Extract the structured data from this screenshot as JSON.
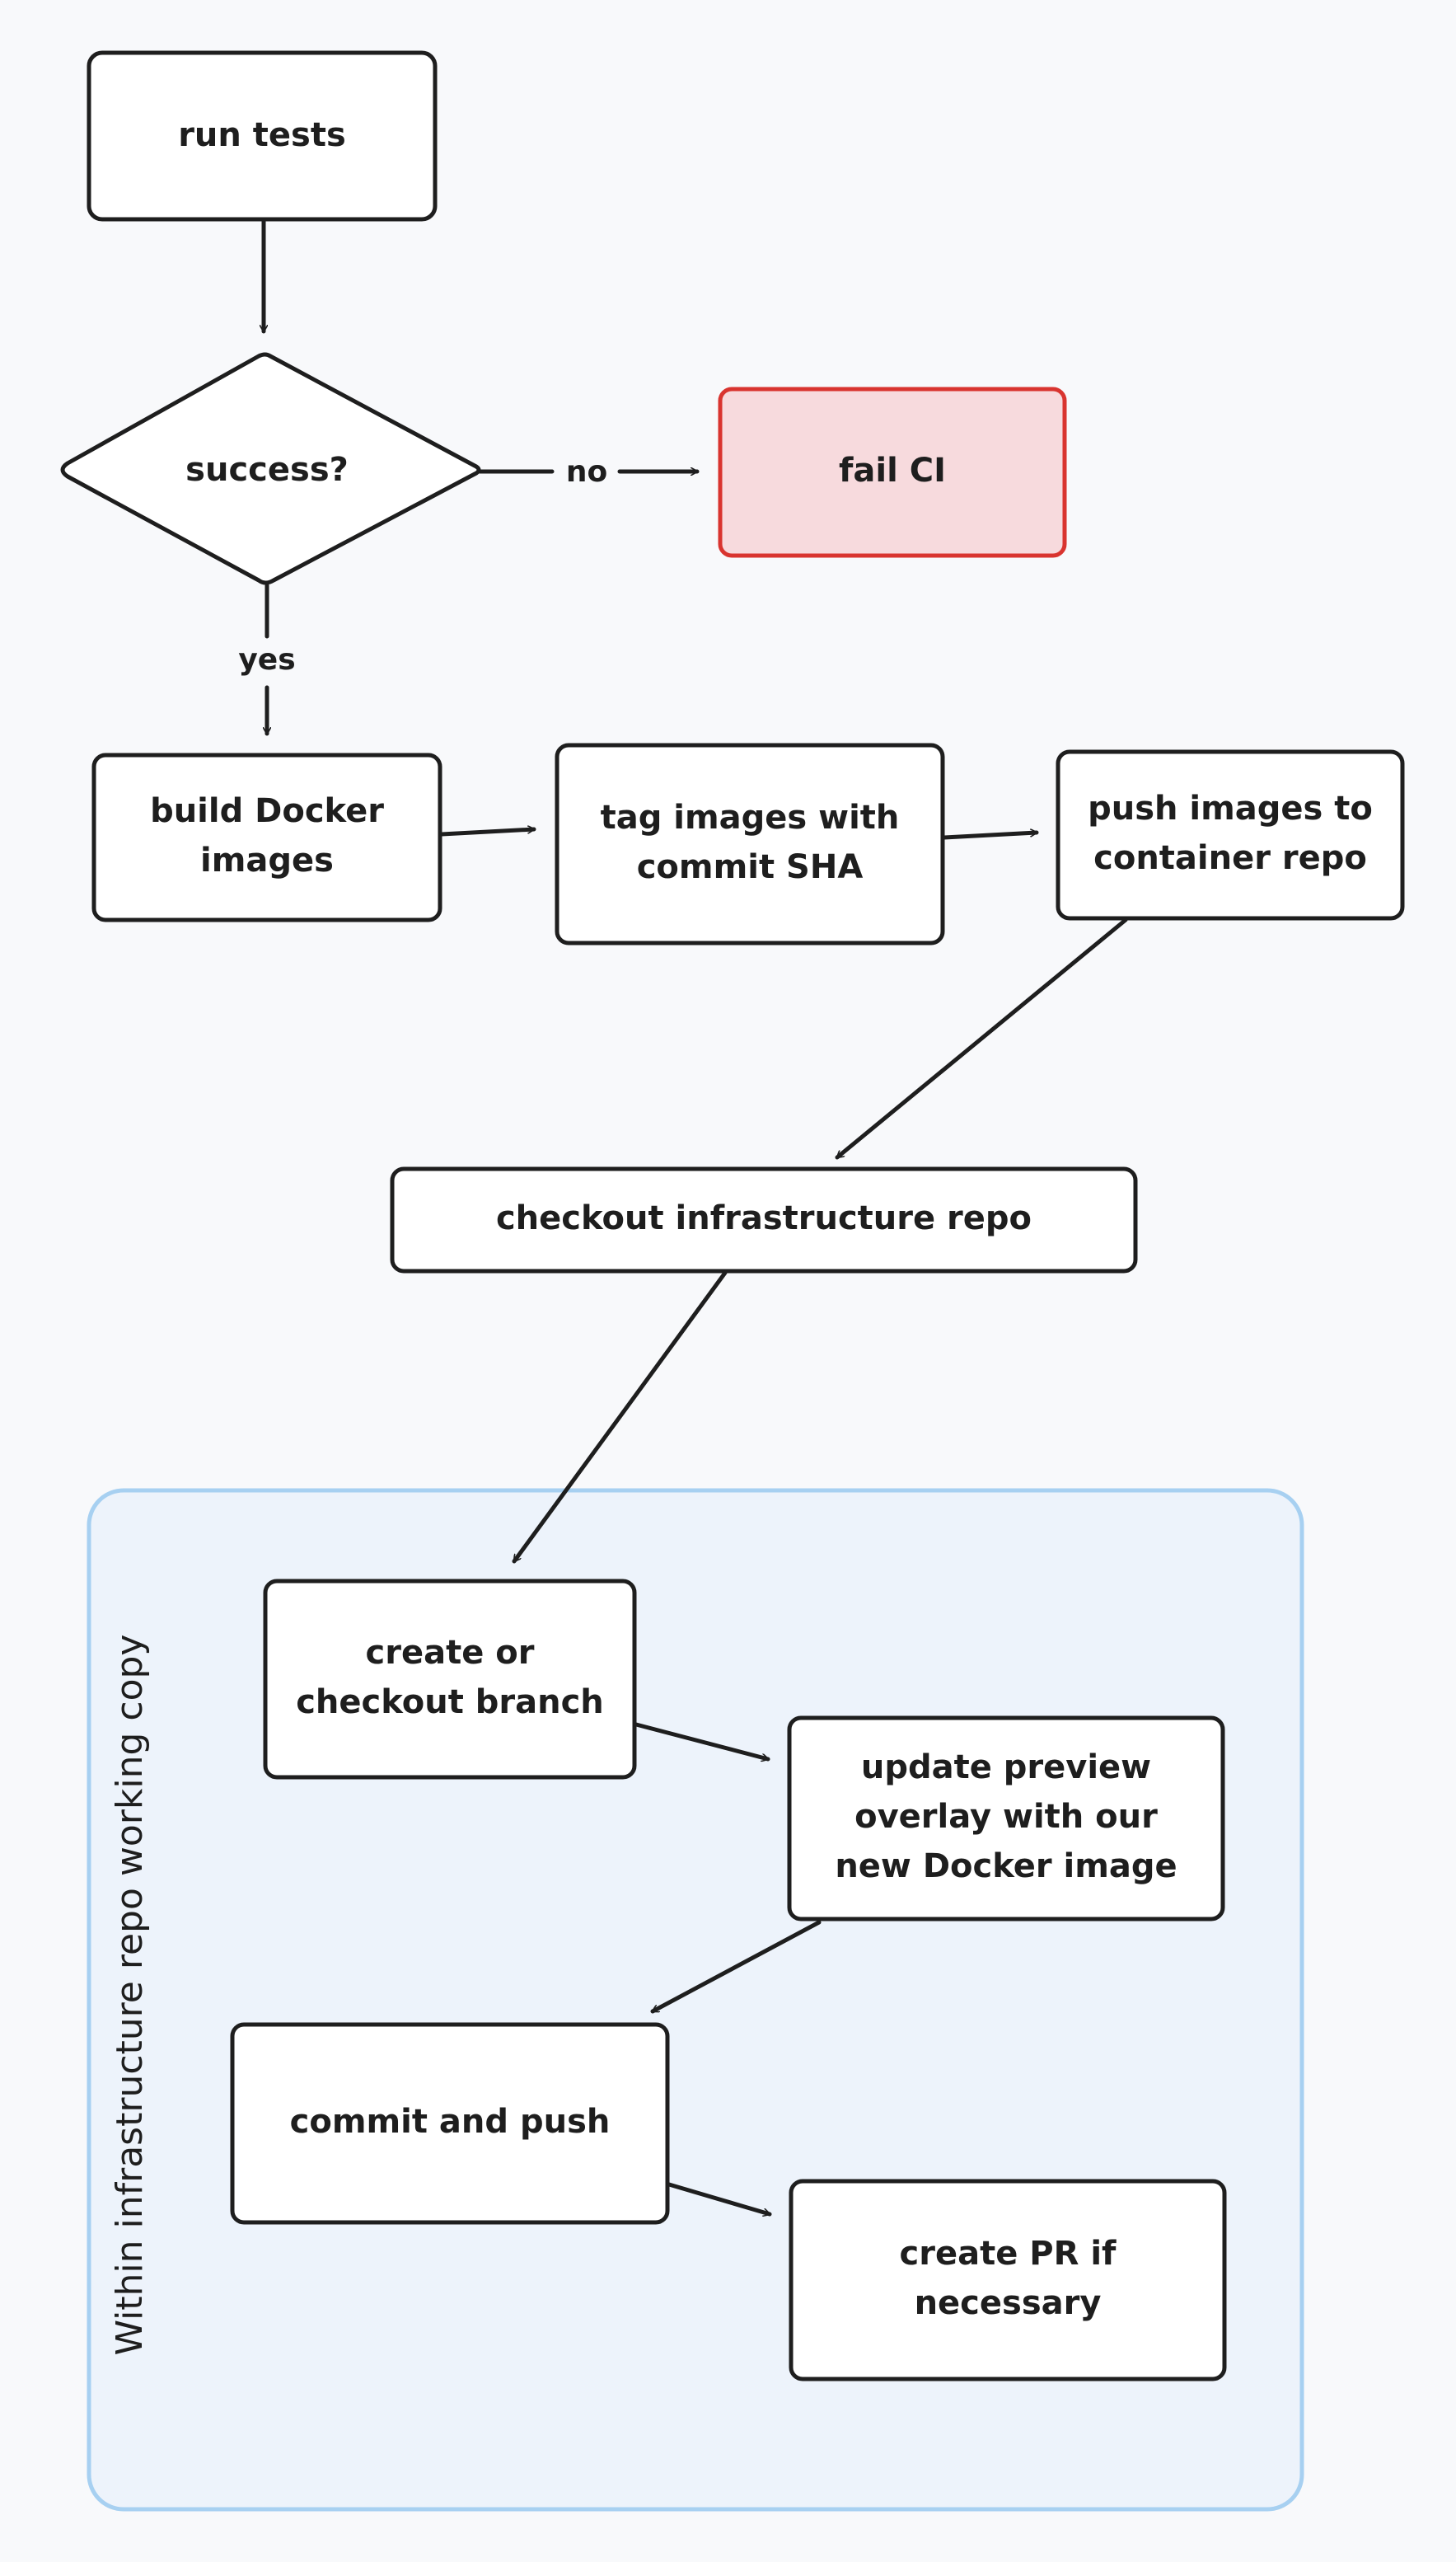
{
  "group": {
    "label": "Within infrastructure repo working copy"
  },
  "nodes": {
    "run_tests": [
      "run tests"
    ],
    "success": [
      "success?"
    ],
    "fail_ci": [
      "fail CI"
    ],
    "build_docker": [
      "build Docker",
      "images"
    ],
    "tag_images": [
      "tag images with",
      "commit SHA"
    ],
    "push_images": [
      "push images to",
      "container repo"
    ],
    "checkout_infra": [
      "checkout infrastructure repo"
    ],
    "create_branch": [
      "create or",
      "checkout branch"
    ],
    "update_overlay": [
      "update preview",
      "overlay with our",
      "new Docker image"
    ],
    "commit_push": [
      "commit and push"
    ],
    "create_pr": [
      "create PR if",
      "necessary"
    ]
  },
  "edges": {
    "no_label": "no",
    "yes_label": "yes"
  },
  "colors": {
    "stroke": "#1e1e1e",
    "fail_fill": "#f7dadd",
    "fail_stroke": "#d9342f",
    "group_fill": "#edf3fb",
    "group_stroke": "#a7d0f1",
    "background": "#f8f9fb"
  }
}
